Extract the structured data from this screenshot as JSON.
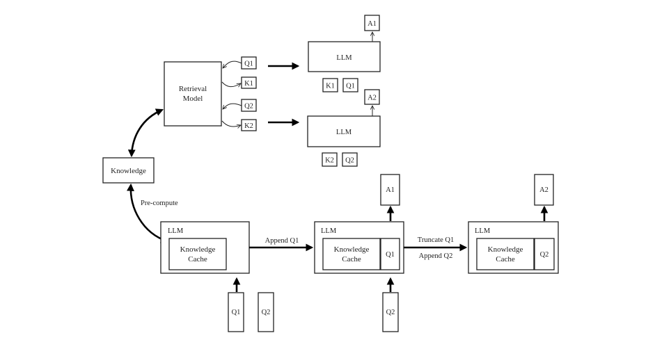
{
  "retrieval": {
    "model_line1": "Retrieval",
    "model_line2": "Model",
    "q1": "Q1",
    "k1": "K1",
    "q2": "Q2",
    "k2": "K2",
    "llm1_label": "LLM",
    "llm1_answer": "A1",
    "llm1_inputs": [
      "K1",
      "Q1"
    ],
    "llm2_label": "LLM",
    "llm2_answer": "A2",
    "llm2_inputs": [
      "K2",
      "Q2"
    ]
  },
  "knowledge": {
    "label": "Knowledge",
    "precompute_label": "Pre-compute"
  },
  "cache_pipeline": {
    "stage1": {
      "llm_label": "LLM",
      "cache_line1": "Knowledge",
      "cache_line2": "Cache",
      "queue": [
        "Q1",
        "Q2"
      ]
    },
    "transition1": {
      "label": "Append Q1"
    },
    "stage2": {
      "llm_label": "LLM",
      "cache_line1": "Knowledge",
      "cache_line2": "Cache",
      "slot": "Q1",
      "answer": "A1",
      "input": "Q2"
    },
    "transition2": {
      "label_top": "Truncate Q1",
      "label_bottom": "Append Q2"
    },
    "stage3": {
      "llm_label": "LLM",
      "cache_line1": "Knowledge",
      "cache_line2": "Cache",
      "slot": "Q2",
      "answer": "A2"
    }
  }
}
